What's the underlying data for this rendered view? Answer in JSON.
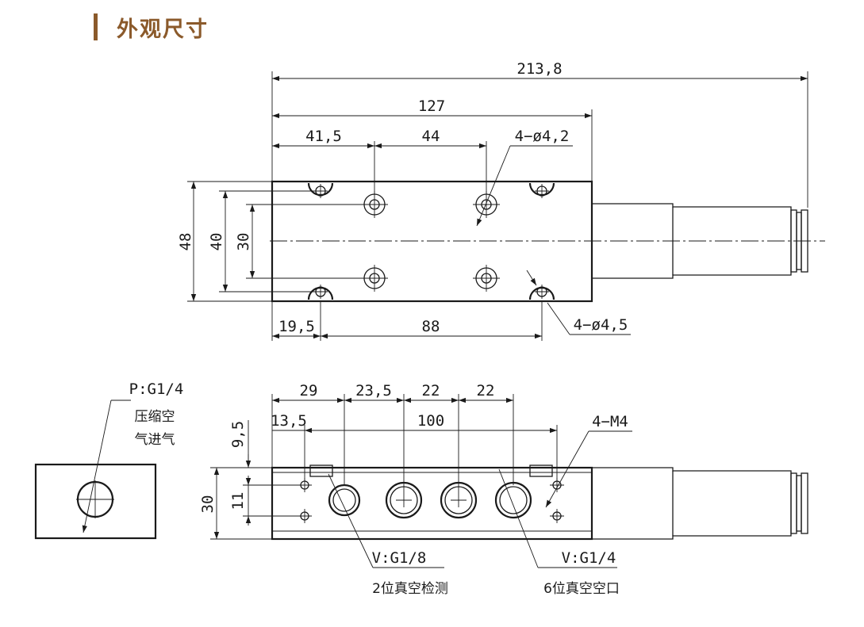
{
  "header": {
    "title": "外观尺寸",
    "accent_color": "#8b5a2b"
  },
  "top_view": {
    "dims": {
      "overall_length": "213,8",
      "body_length": "127",
      "offset_first_hole": "41,5",
      "hole_pitch": "44",
      "height_48": "48",
      "height_40": "40",
      "height_30": "30",
      "mount_offset": "19,5",
      "mount_pitch": "88"
    },
    "callouts": {
      "small_holes": "4−ø4,2",
      "mount_holes": "4−ø4,5"
    }
  },
  "front_view": {
    "dims": {
      "d29": "29",
      "d23_5": "23,5",
      "d22_a": "22",
      "d22_b": "22",
      "d13_5": "13,5",
      "d100": "100",
      "d9_5": "9,5",
      "d30": "30",
      "d11": "11"
    },
    "callouts": {
      "thread": "4−M4",
      "port_v_small": "V:G1/8",
      "port_v_small_desc": "2位真空检测",
      "port_v_large": "V:G1/4",
      "port_v_large_desc": "6位真空空口"
    }
  },
  "side_view": {
    "port_p": "P:G1/4",
    "port_p_desc_1": "压缩空",
    "port_p_desc_2": "气进气"
  }
}
